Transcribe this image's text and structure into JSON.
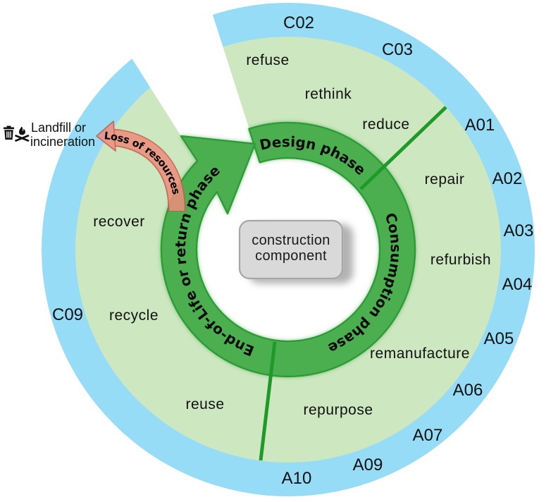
{
  "center_component": {
    "line1": "construction",
    "line2": "component"
  },
  "phases": {
    "design": "Design phase",
    "consumption": "Consumption phase",
    "end_of_life": "End-of-Life or return phase"
  },
  "strategies": {
    "design": [
      "refuse",
      "rethink",
      "reduce"
    ],
    "consumption": [
      "repair",
      "refurbish",
      "remanufacture",
      "repurpose"
    ],
    "end_of_life": [
      "reuse",
      "recycle",
      "recover"
    ]
  },
  "codes": [
    "C02",
    "C03",
    "A01",
    "A02",
    "A03",
    "A04",
    "A05",
    "A06",
    "A07",
    "A09",
    "A10",
    "C09"
  ],
  "loss_arrow": {
    "label": "Loss of resources"
  },
  "landfill": {
    "line1": "Landfill or",
    "line2": "incineration",
    "icons": [
      "trash-icon",
      "campfire-icon"
    ]
  },
  "colors": {
    "outer_ring": "#97dcf6",
    "strategy_ring": "#cde8c0",
    "phase_band": "#4caf50",
    "phase_band_border": "#2b9d35",
    "divider": "#1e9a28",
    "loss_arrow": "#ef8d7c",
    "loss_arrow_border": "#c65a4b",
    "center_box": "#d9d9d9"
  }
}
